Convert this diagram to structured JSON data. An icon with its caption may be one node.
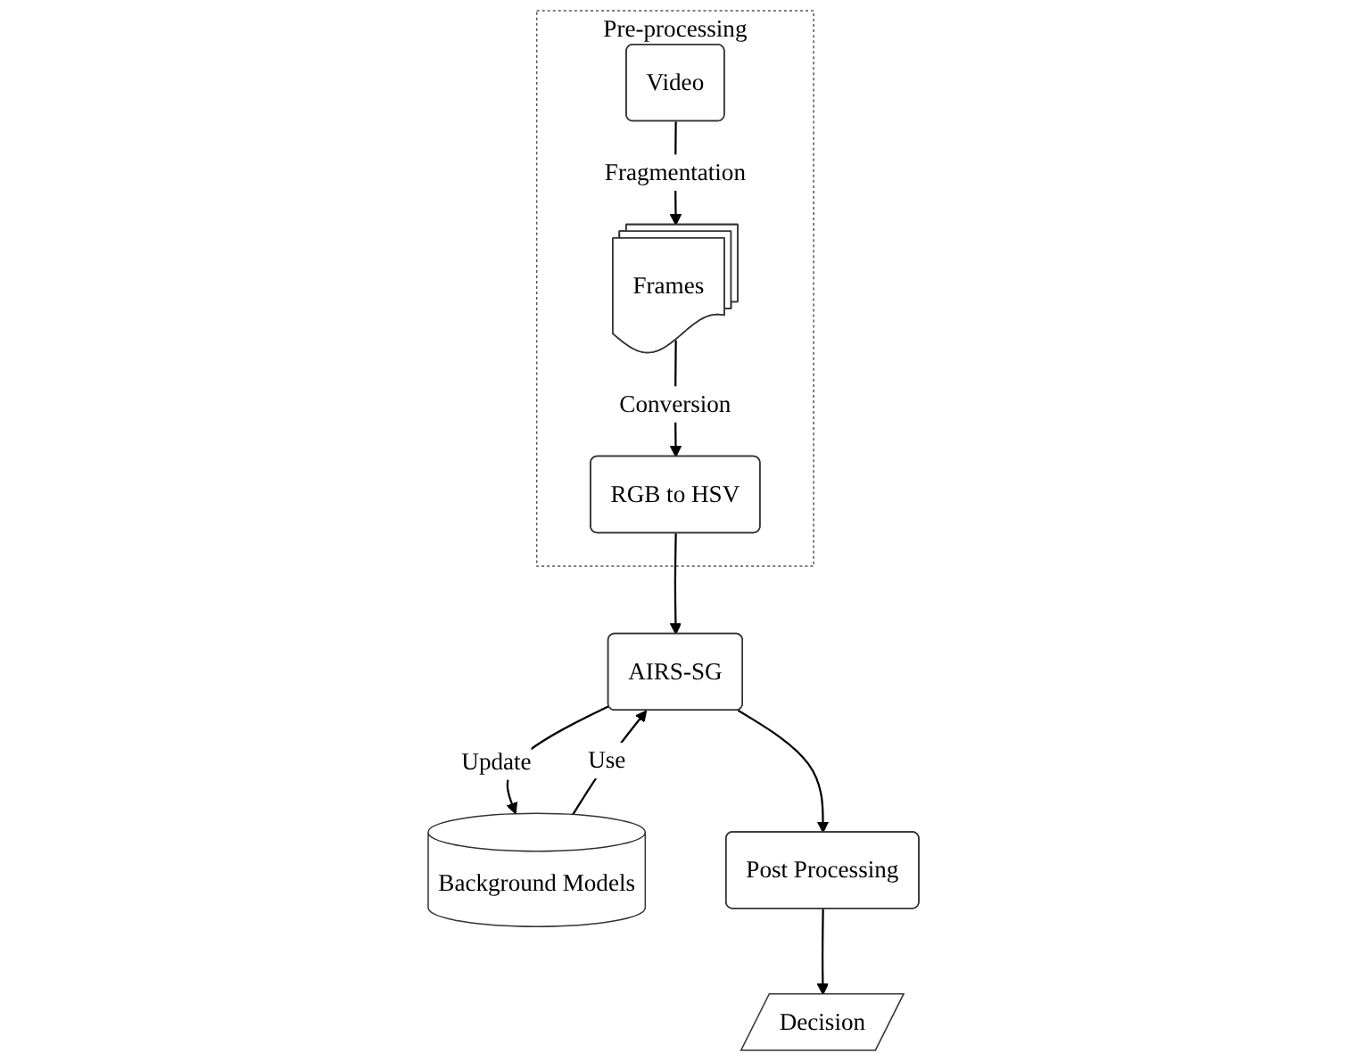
{
  "diagram": {
    "nodes": [
      {
        "text": [
          "Pre-processing"
        ]
      },
      {
        "text": [
          "Video"
        ],
        "in": 0
      },
      {
        "text": [
          "Frames"
        ],
        "in": 0
      },
      {
        "text": [
          "RGB to HSV"
        ],
        "in": 0
      },
      {
        "text": [
          "AIRS-SG"
        ]
      },
      {
        "text": [
          "Background Models"
        ]
      },
      {
        "text": [
          "Post Processing"
        ]
      },
      {
        "text": [
          "Decision"
        ]
      }
    ],
    "edges": [
      {
        "from": 1,
        "to": 2,
        "arrow": "to",
        "label": "Fragmentation"
      },
      {
        "from": 2,
        "to": 3,
        "arrow": "to",
        "label": "Conversion"
      },
      {
        "from": 3,
        "to": 4,
        "arrow": "to"
      },
      {
        "from": 4,
        "to": 5,
        "arrow": "to",
        "label": "Update"
      },
      {
        "from": 5,
        "to": 4,
        "arrow": "to",
        "label": "Use"
      },
      {
        "from": 4,
        "to": 6,
        "arrow": "to"
      },
      {
        "from": 6,
        "to": 7,
        "arrow": "to"
      }
    ]
  }
}
